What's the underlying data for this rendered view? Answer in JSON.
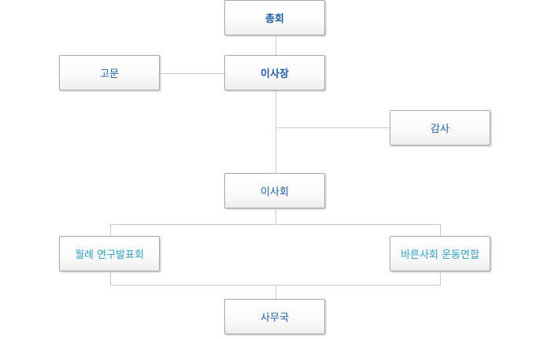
{
  "colors": {
    "primary_text": "#1f5fa8",
    "secondary_text": "#2f9fc6",
    "connector": "#c9c9c9",
    "box_border": "#a9a9a9"
  },
  "nodes": {
    "general_assembly": "총회",
    "chairman": "이사장",
    "advisor": "고문",
    "auditor": "감사",
    "board": "이사회",
    "monthly_research": "월례 연구발표회",
    "barun_society": "바른사회 운동연합",
    "secretariat": "사무국"
  }
}
